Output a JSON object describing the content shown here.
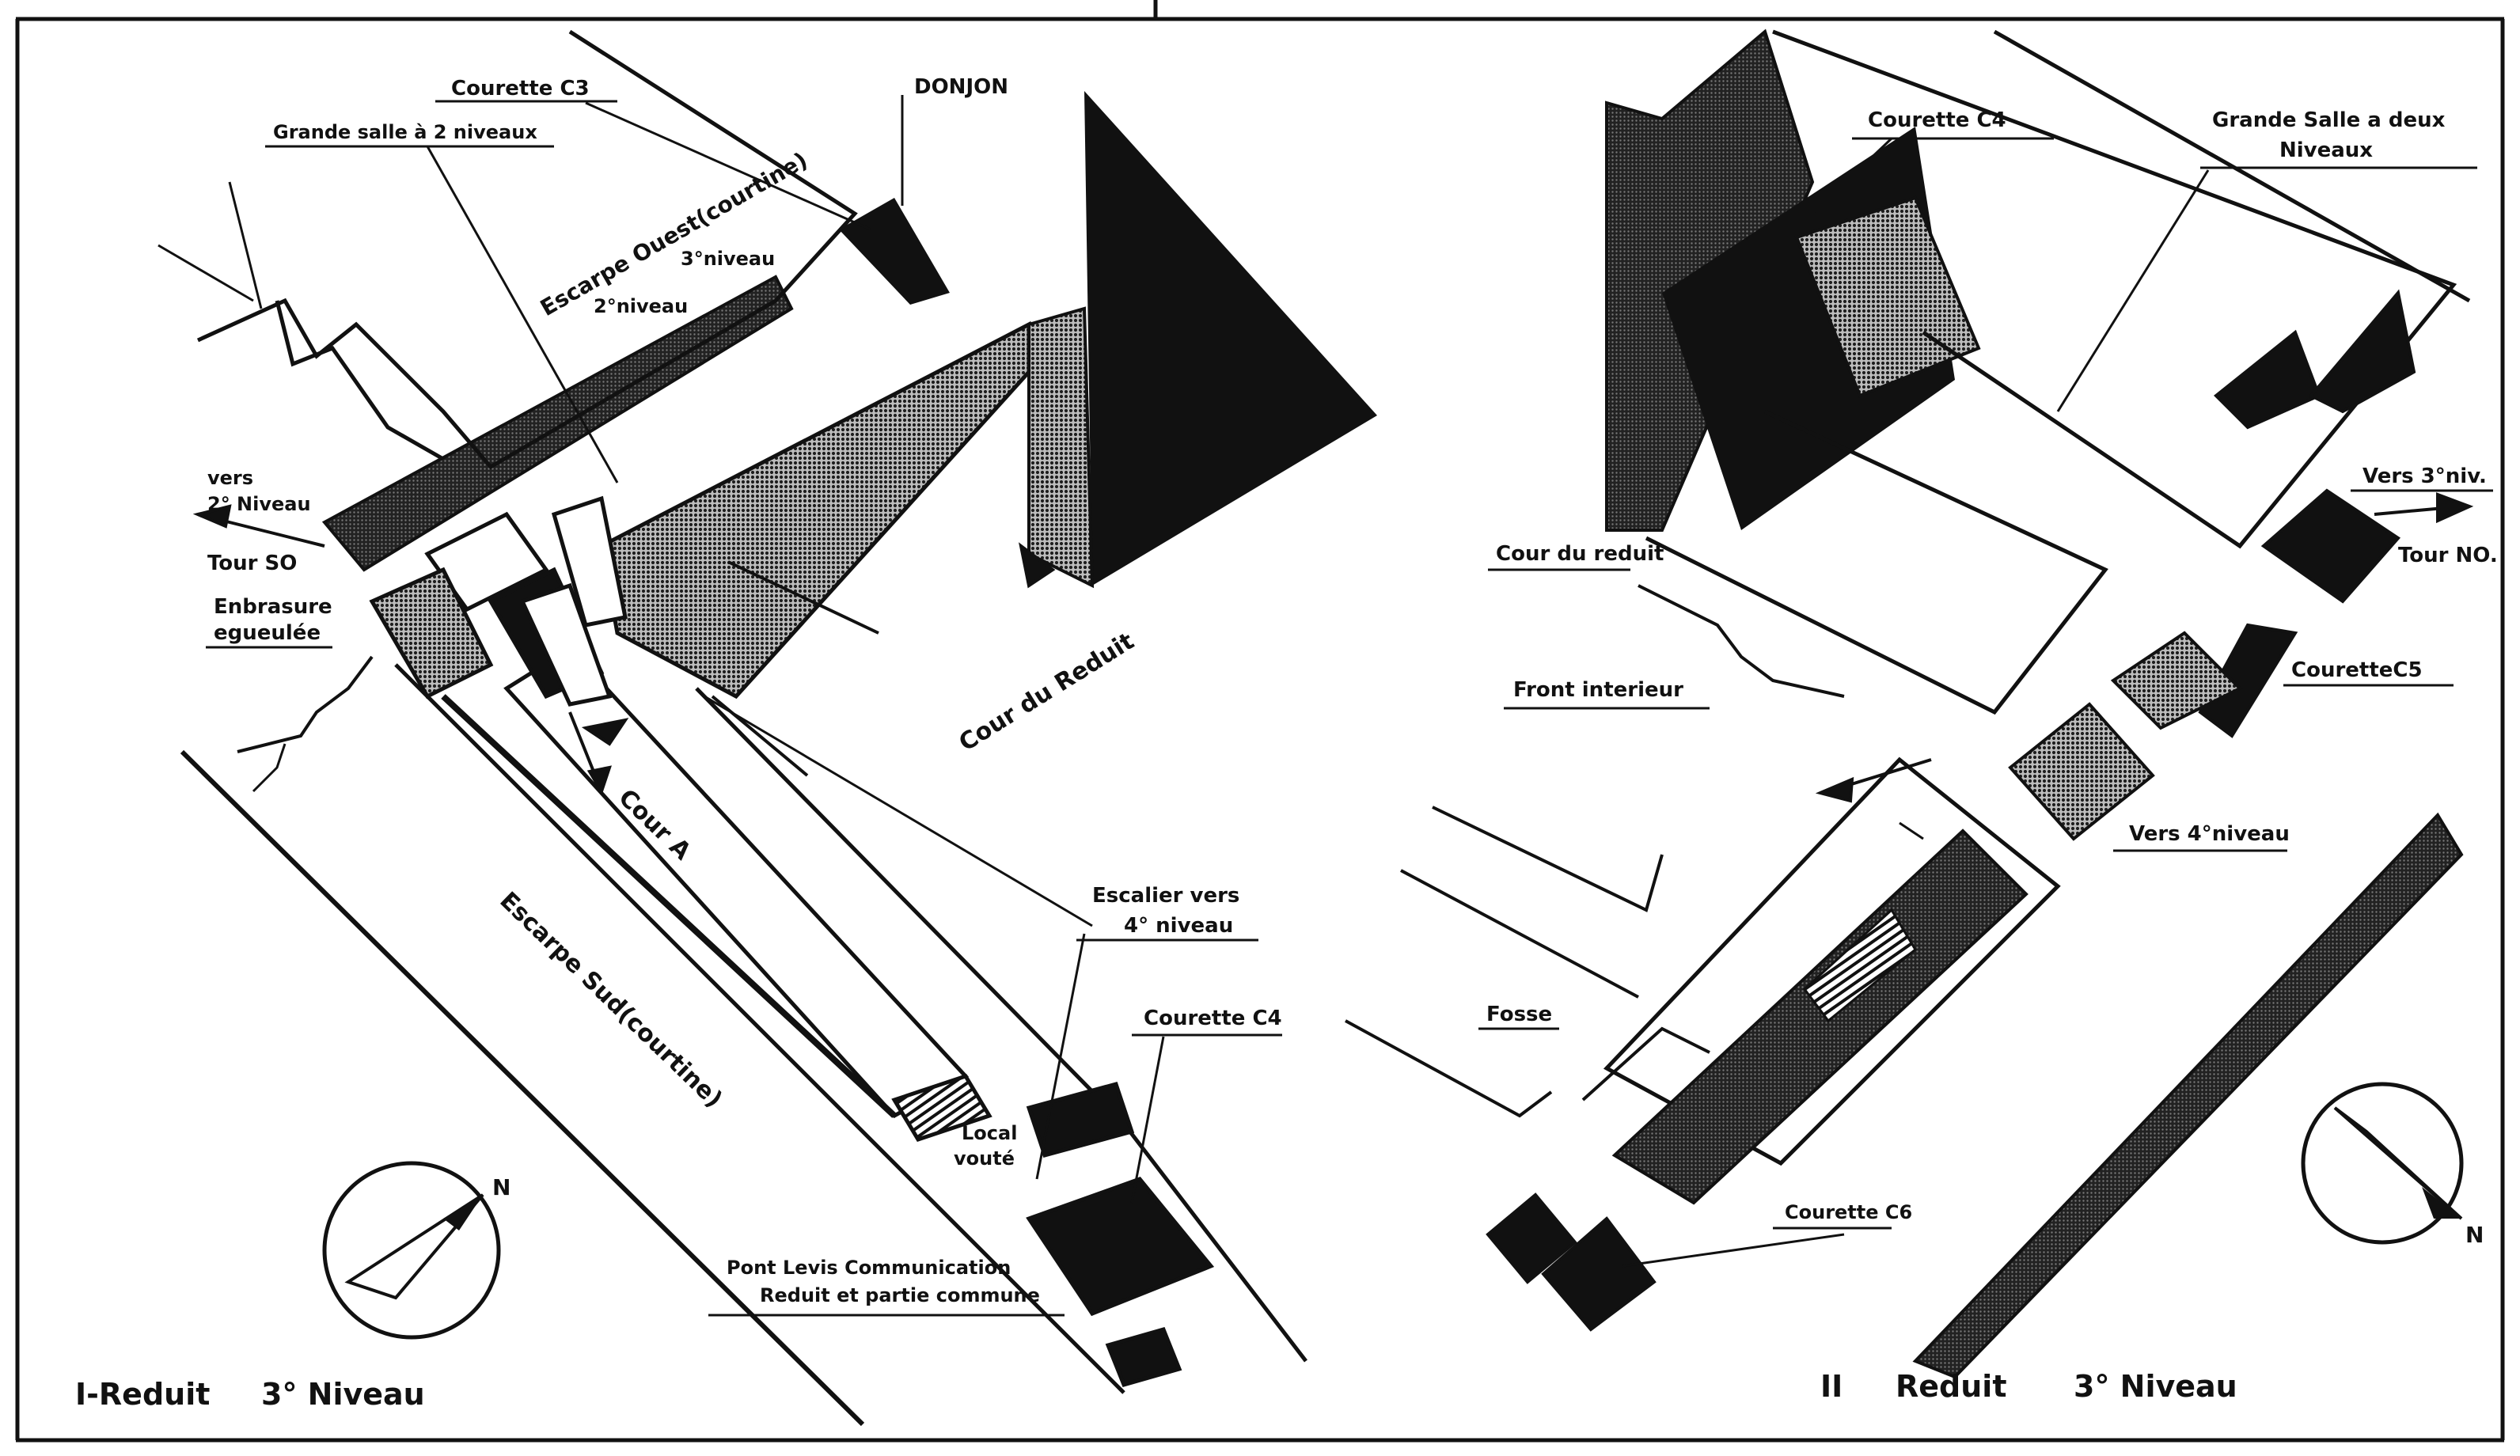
{
  "left_panel": {
    "title_a": "I-Reduit",
    "title_b": "3° Niveau",
    "labels": {
      "courette_c3": "Courette C3",
      "donjon": "DONJON",
      "grande_salle": "Grande salle à 2 niveaux",
      "escarpe_ouest": "Escarpe Ouest(courtine)",
      "niveau3": "3°niveau",
      "niveau2": "2°niveau",
      "vers": "vers",
      "vers_niveau": "2° Niveau",
      "tour_so": "Tour SO",
      "embrasure": "Enbrasure",
      "egueulee": "egueulée",
      "cour_reduit": "Cour du Reduit",
      "cour_a": "Cour A",
      "escarpe_sud": "Escarpe Sud(courtine)",
      "escalier_1": "Escalier vers",
      "escalier_2": "4° niveau",
      "courette_c4": "Courette C4",
      "local_1": "Local",
      "local_2": "vouté",
      "pont_1": "Pont Levis  Communication",
      "pont_2": "Reduit  et  partie commune",
      "north": "N"
    }
  },
  "right_panel": {
    "title_a": "II",
    "title_b": "Reduit",
    "title_c": "3° Niveau",
    "labels": {
      "courette_c4": "Courette  C4",
      "grande_salle_1": "Grande  Salle a deux",
      "grande_salle_2": "Niveaux",
      "vers_3": "Vers  3°niv.",
      "tour_no": "Tour NO.",
      "cour_reduit": "Cour du reduit",
      "courette_c5": "CouretteC5",
      "front_interieur": "Front interieur",
      "vers_4": "Vers  4°niveau",
      "fosse": "Fosse",
      "courette_c6": "Courette C6",
      "north": "N"
    }
  }
}
